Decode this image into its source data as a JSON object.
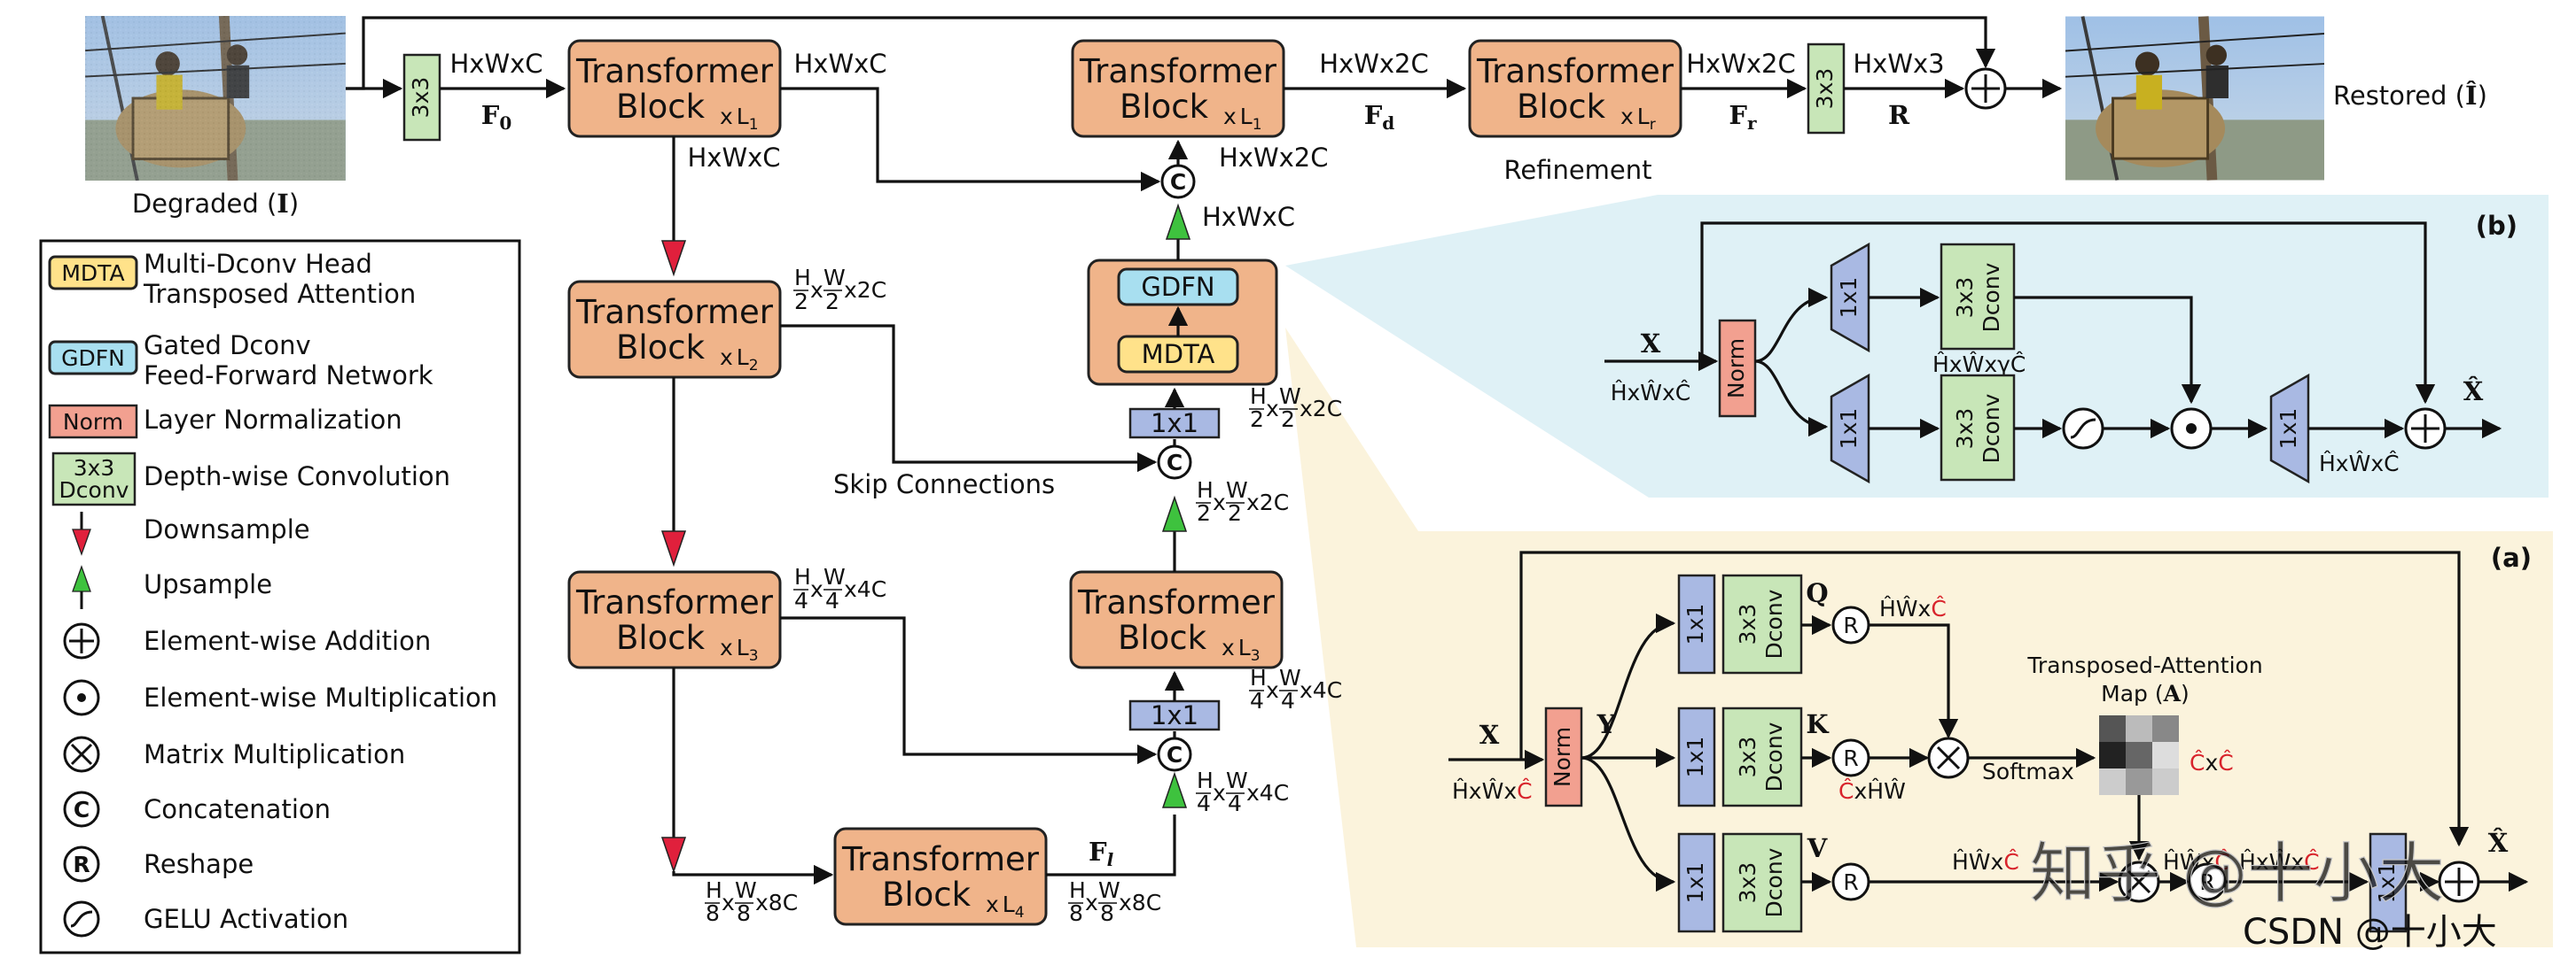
{
  "main": {
    "degraded_label": "Degraded (",
    "degraded_sym": "I",
    "restored_label": "Restored (",
    "restored_sym": "Î",
    "close_paren": ")",
    "conv3": "3x3",
    "conv1": "1x1",
    "tb_line1": "Transformer",
    "tb_line2": "Block",
    "tb_mult": "x",
    "L1": "L",
    "s1": "1",
    "s2": "2",
    "s3": "3",
    "s4": "4",
    "sr": "r",
    "hwc": "HxWxC",
    "hw2c": "HxWx2C",
    "hw3": "HxWx3",
    "F0": "F",
    "F0sub": "0",
    "Fd": "F",
    "Fdsub": "d",
    "Fr": "F",
    "Frsub": "r",
    "Fl": "F",
    "Flsub": "l",
    "R": "R",
    "refinement": "Refinement",
    "skip": "Skip Connections",
    "gdfn": "GDFN",
    "mdta": "MDTA",
    "c": "C",
    "h2": "H",
    "w2": "W",
    "two": "2",
    "four": "4",
    "eight": "8",
    "x2c": "x2C",
    "x4c": "x4C",
    "x8c": "x8C",
    "xsep": "x"
  },
  "legend": {
    "mdta_tag": "MDTA",
    "mdta_1": "Multi-Dconv Head",
    "mdta_2": "Transposed Attention",
    "gdfn_tag": "GDFN",
    "gdfn_1": "Gated Dconv",
    "gdfn_2": "Feed-Forward Network",
    "norm_tag": "Norm",
    "norm_text": "Layer Normalization",
    "dconv_tag1": "3x3",
    "dconv_tag2": "Dconv",
    "dconv_text": "Depth-wise Convolution",
    "down": "Downsample",
    "up": "Upsample",
    "add": "Element-wise Addition",
    "mul": "Element-wise Multiplication",
    "matmul": "Matrix Multiplication",
    "concat": "Concatenation",
    "reshape": "Reshape",
    "gelu": "GELU Activation"
  },
  "panel_b": {
    "tag": "(b)",
    "X": "X",
    "Xhat": "X̂",
    "in_dims": "ĤxŴxĈ",
    "mid_dims": "ĤxŴxγĈ",
    "out_dims": "ĤxŴxĈ",
    "norm": "Norm",
    "conv1": "1x1",
    "conv3": "3x3",
    "dconv": "Dconv"
  },
  "panel_a": {
    "tag": "(a)",
    "X": "X",
    "Y": "Y",
    "Q": "Q",
    "K": "K",
    "V": "V",
    "Xhat": "X̂",
    "in_dims_a": "ĤxŴx",
    "in_dims_b": "Ĉ",
    "q_dims_a": "ĤŴx",
    "q_dims_b": "Ĉ",
    "k_dims_a": "Ĉ",
    "k_dims_b": "xĤŴ",
    "v_dims_a": "ĤŴx",
    "v_dims_b": "Ĉ",
    "v2_dims_a": "ĤŴx",
    "v2_dims_b": "Ĉ",
    "out_dims_a": "ĤxŴx",
    "out_dims_b": "Ĉ",
    "map_title": "Transposed-Attention",
    "map_sub": "Map (",
    "map_sym": "A",
    "map_dims_a": "Ĉ",
    "map_dims_x": "x",
    "map_dims_b": "Ĉ",
    "softmax": "Softmax",
    "norm": "Norm",
    "conv1": "1x1",
    "conv3": "3x3",
    "dconv": "Dconv"
  },
  "watermark": {
    "zhihu": "知乎 @十小大",
    "csdn": "CSDN @十小大"
  },
  "colors": {
    "transformer": "#f0b48a",
    "conv": "#c8e6b8",
    "conv1x1": "#a9b9e3",
    "norm": "#f2a090",
    "gdfn": "#a8dff0",
    "mdta": "#ffe28a",
    "panel_b_bg": "#dff1f6",
    "panel_a_bg": "#fbf3dc",
    "down_arrow": "#e0203c",
    "up_arrow": "#3ec23e",
    "highlight_red": "#d8242c"
  }
}
